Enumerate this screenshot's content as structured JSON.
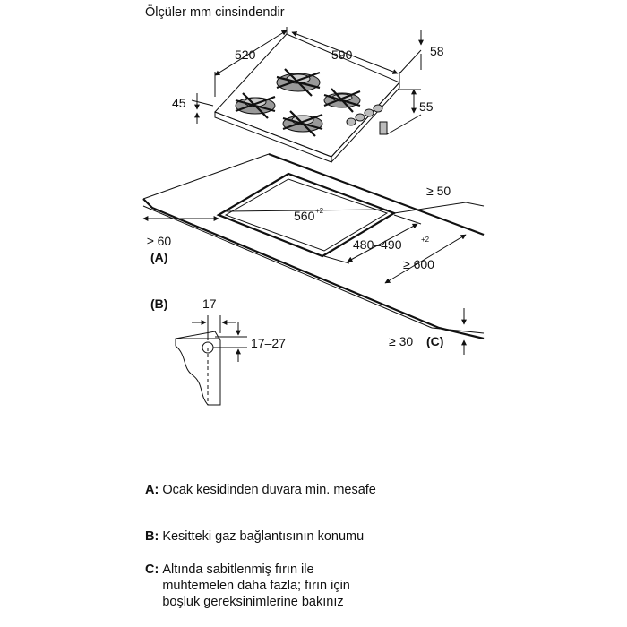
{
  "title": "Ölçüler mm cinsindendir",
  "dimensions": {
    "depth": "520",
    "width": "590",
    "height_top": "58",
    "height_side": "45",
    "burner_height": "55",
    "rear_clearance": "≥ 50",
    "cutout_width": "560",
    "cutout_width_tol": "+2",
    "cutout_depth": "480–490",
    "cutout_depth_tol": "+2",
    "side_clearance": "≥ 60",
    "side_clearance_ref": "(A)",
    "worktop_depth": "≥ 600",
    "below_clearance": "≥ 30",
    "below_clearance_ref": "(C)",
    "detail_label": "(B)",
    "detail_offset": "17",
    "detail_range": "17–27"
  },
  "legend": [
    {
      "key": "A:",
      "text": "Ocak kesidinden duvara min. mesafe"
    },
    {
      "key": "B:",
      "text": "Kesitteki gaz bağlantısının konumu"
    },
    {
      "key": "C:",
      "text": "Altında sabitlenmiş fırın ile muhtemelen daha fazla; fırın için boşluk gereksinimlerine bakınız"
    }
  ]
}
